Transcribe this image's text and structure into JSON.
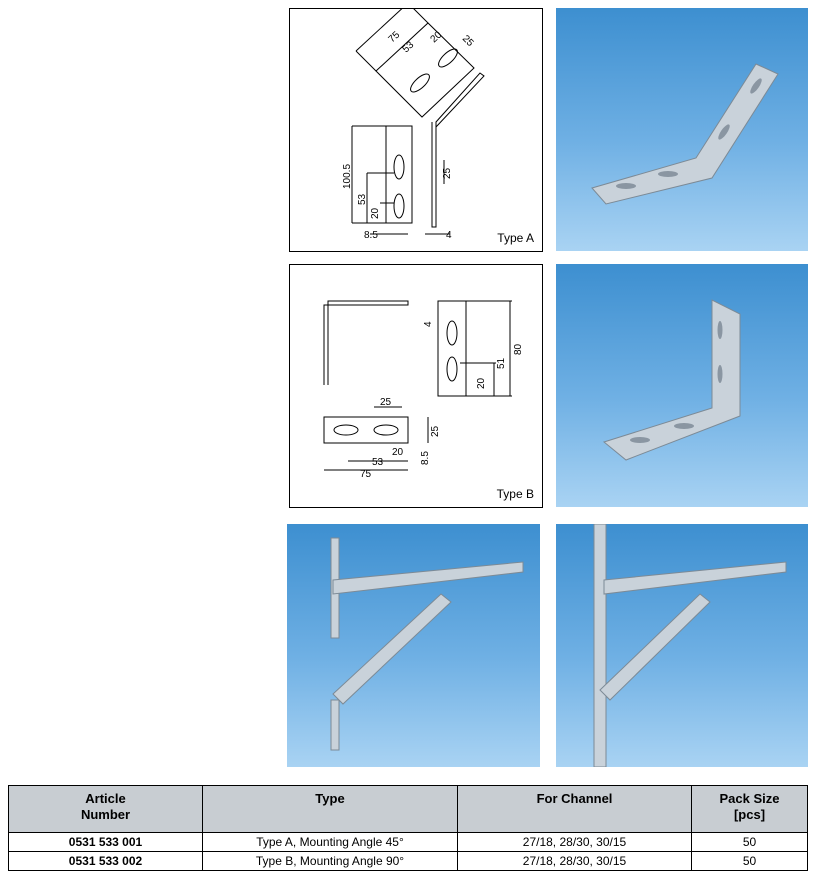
{
  "drawings": {
    "type_a": {
      "caption": "Type A",
      "dims": [
        "75",
        "53",
        "20",
        "25",
        "100.5",
        "53",
        "20",
        "25",
        "8.5",
        "4"
      ]
    },
    "type_b": {
      "caption": "Type B",
      "dims": [
        "4",
        "80",
        "51",
        "20",
        "25",
        "25",
        "20",
        "53",
        "75",
        "8.5"
      ]
    }
  },
  "table": {
    "headers": [
      "Article\nNumber",
      "Type",
      "For Channel",
      "Pack Size\n[pcs]"
    ],
    "header_lines": [
      [
        "Article",
        "Number"
      ],
      [
        "Type"
      ],
      [
        "For Channel"
      ],
      [
        "Pack Size",
        "[pcs]"
      ]
    ],
    "rows": [
      {
        "article": "0531 533  001",
        "type": "Type A, Mounting Angle 45°",
        "channel": "27/18, 28/30, 30/15",
        "pack": "50"
      },
      {
        "article": "0531 533  002",
        "type": "Type B, Mounting Angle 90°",
        "channel": "27/18, 28/30, 30/15",
        "pack": "50"
      }
    ]
  }
}
